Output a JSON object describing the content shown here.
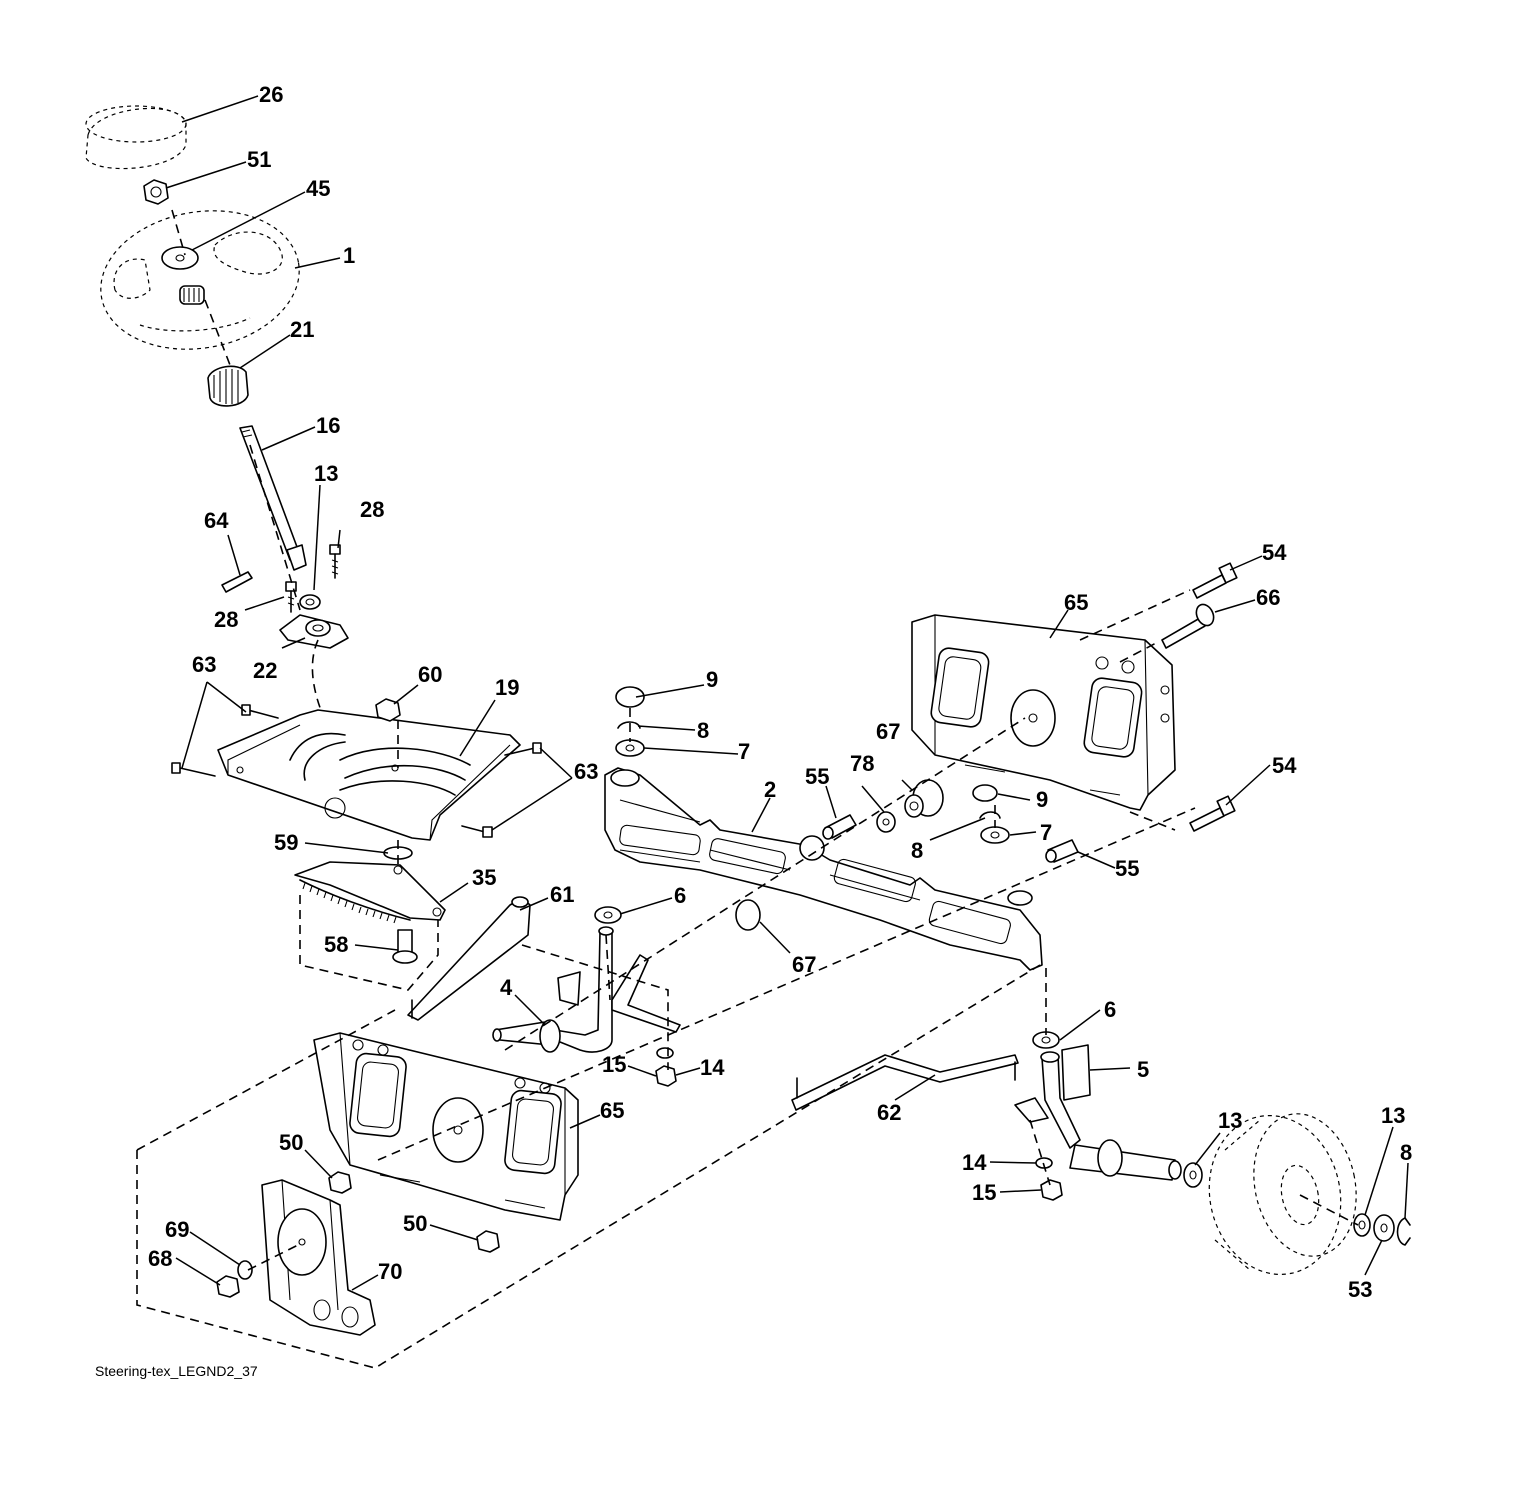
{
  "caption": "Steering-tex_LEGND2_37",
  "callouts": [
    "26",
    "51",
    "45",
    "1",
    "21",
    "16",
    "13",
    "28",
    "64",
    "28",
    "22",
    "60",
    "19",
    "63",
    "63",
    "59",
    "35",
    "58",
    "61",
    "9",
    "8",
    "7",
    "2",
    "55",
    "78",
    "67",
    "65",
    "54",
    "66",
    "54",
    "9",
    "8",
    "7",
    "55",
    "6",
    "67",
    "4",
    "15",
    "14",
    "6",
    "5",
    "62",
    "65",
    "50",
    "50",
    "69",
    "68",
    "70",
    "14",
    "15",
    "13",
    "13",
    "8",
    "53"
  ]
}
